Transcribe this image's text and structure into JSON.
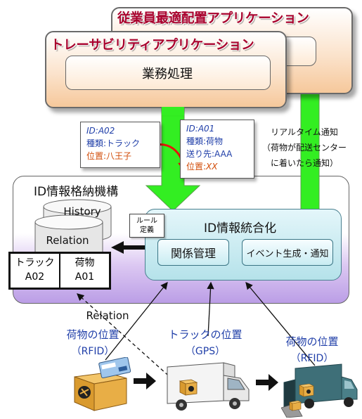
{
  "apps": {
    "staff_app_title": "従業員最適配置アプリケーション",
    "trace_app_title": "トレーサビリティアプリケーション",
    "business_label": "業務処理"
  },
  "notes": {
    "truck_note": {
      "line1": "ID:A02",
      "line2": "種類:トラック",
      "line3_prefix": "位置:",
      "line3_value": "八王子"
    },
    "cargo_note": {
      "line1": "ID:A01",
      "line2": "種類:荷物",
      "line3": "送り先:AAA",
      "line4_prefix": "位置:",
      "line4_value": "XX"
    }
  },
  "realtime": {
    "line1": "リアルタイム通知",
    "line2": "（荷物が配送センター",
    "line3": "に着いたら通知）"
  },
  "id_store": {
    "title": "ID情報格納機構",
    "db_history": "History",
    "db_relation": "Relation",
    "rule_line1": "ルール",
    "rule_line2": "定義",
    "integration_title": "ID情報統合化",
    "relation_mgmt": "関係管理",
    "event_gen": "イベント生成・通知",
    "table_headers": [
      "トラック",
      "荷物"
    ],
    "table_values": [
      "A02",
      "A01"
    ]
  },
  "bottom": {
    "relation_label": "Relation",
    "cargo_pos1_line1": "荷物の位置",
    "cargo_pos1_line2": "（RFID）",
    "truck_pos_line1": "トラックの位置",
    "truck_pos_line2": "（GPS）",
    "cargo_pos2_line1": "荷物の位置",
    "cargo_pos2_line2": "（RFID）"
  },
  "colors": {
    "app_title": "#a8002c",
    "arrow_green": "#33ee22",
    "label_blue": "#1f3ea8",
    "position_orange": "#d24d0a",
    "curve_red": "#e8140c"
  }
}
